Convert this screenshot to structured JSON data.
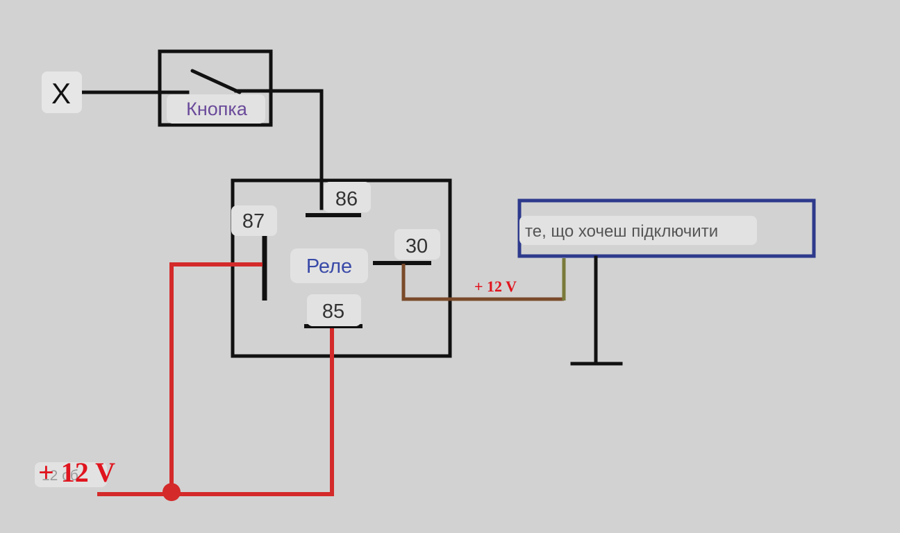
{
  "diagram": {
    "labels": {
      "x_terminal": "X",
      "button": "Кнопка",
      "pin_86": "86",
      "pin_87": "87",
      "pin_30": "30",
      "pin_85": "85",
      "relay": "Реле",
      "load": "те, що хочеш підключити",
      "supply_load": "+ 12 V",
      "supply_main": "+ 12 V",
      "watermark": "12 об"
    },
    "colors": {
      "background": "#d2d2d2",
      "wire_black": "#111111",
      "wire_red": "#d42a2a",
      "wire_brown": "#7a4a2a",
      "wire_olive": "#7a7a3a",
      "load_border": "#2d3a8c",
      "button_text": "#6a4a9a",
      "relay_text": "#3a4aa8",
      "label_red": "#e0141e",
      "label_bg": "#e6e6e6"
    }
  }
}
